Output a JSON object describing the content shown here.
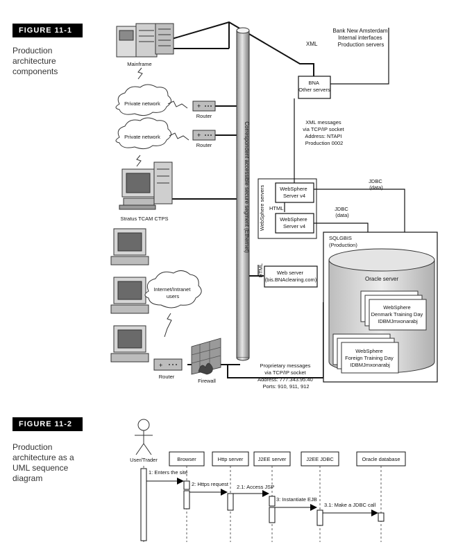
{
  "figure1": {
    "label": "FIGURE 11-1",
    "caption": [
      "Production",
      "architecture",
      "components"
    ],
    "mainframe": "Mainframe",
    "bank_title": [
      "Bank New Amsterdam",
      "Internal interfaces",
      "Production servers"
    ],
    "xml": "XML",
    "bna_box": [
      "BNA",
      "Other servers"
    ],
    "private_network_1": "Private network",
    "private_network_2": "Private network",
    "router_1": "Router",
    "router_2": "Router",
    "router_3": "Router",
    "xml_messages": [
      "XML messages",
      "via TCP/IP socket",
      "Address: NTAPI",
      "Production 0002"
    ],
    "segment": "Correspondent accessible secure segment (Ethernet)",
    "websphere_servers": "WebSphere servers",
    "websphere_1": [
      "WebSphere",
      "Server v4"
    ],
    "websphere_2": [
      "WebSphere",
      "Server v4"
    ],
    "jdbc_1": [
      "JDBC",
      "(data)"
    ],
    "jdbc_2": [
      "JDBC",
      "(data)"
    ],
    "html_1": "HTML",
    "html_2": "HTML",
    "stratus": "Stratus TCAM CTPS",
    "sqlgbis": [
      "SQLGBIS",
      "(Production)"
    ],
    "oracle_server": "Oracle server",
    "db_1": [
      "WebSphere",
      "Denmark Training Day",
      "IDBMJmxonarabj"
    ],
    "db_2": [
      "WebSphere",
      "Foreign Training Day",
      "IDBMJmxonarabj"
    ],
    "web_server": [
      "Web server",
      "(bis.BNAclearing.com)"
    ],
    "internet_users": [
      "Internet/Intranet",
      "users"
    ],
    "firewall": "Firewall",
    "proprietary": [
      "Proprietary messages",
      "via TCP/IP socket",
      "Address: 777.343.95.40",
      "Ports: 910, 911, 912"
    ]
  },
  "figure2": {
    "label": "FIGURE 11-2",
    "caption": [
      "Production",
      "architecture as a",
      "UML sequence",
      "diagram"
    ],
    "actor": "User/Trader",
    "lifelines": [
      "Browser",
      "Http server",
      "J2EE server",
      "J2EE JDBC",
      "Oracle database"
    ],
    "messages": [
      "1: Enters the site",
      "2: Https request",
      "2.1: Access JSP",
      "3: Instantiate EJB",
      "3.1: Make a JDBC call"
    ]
  }
}
